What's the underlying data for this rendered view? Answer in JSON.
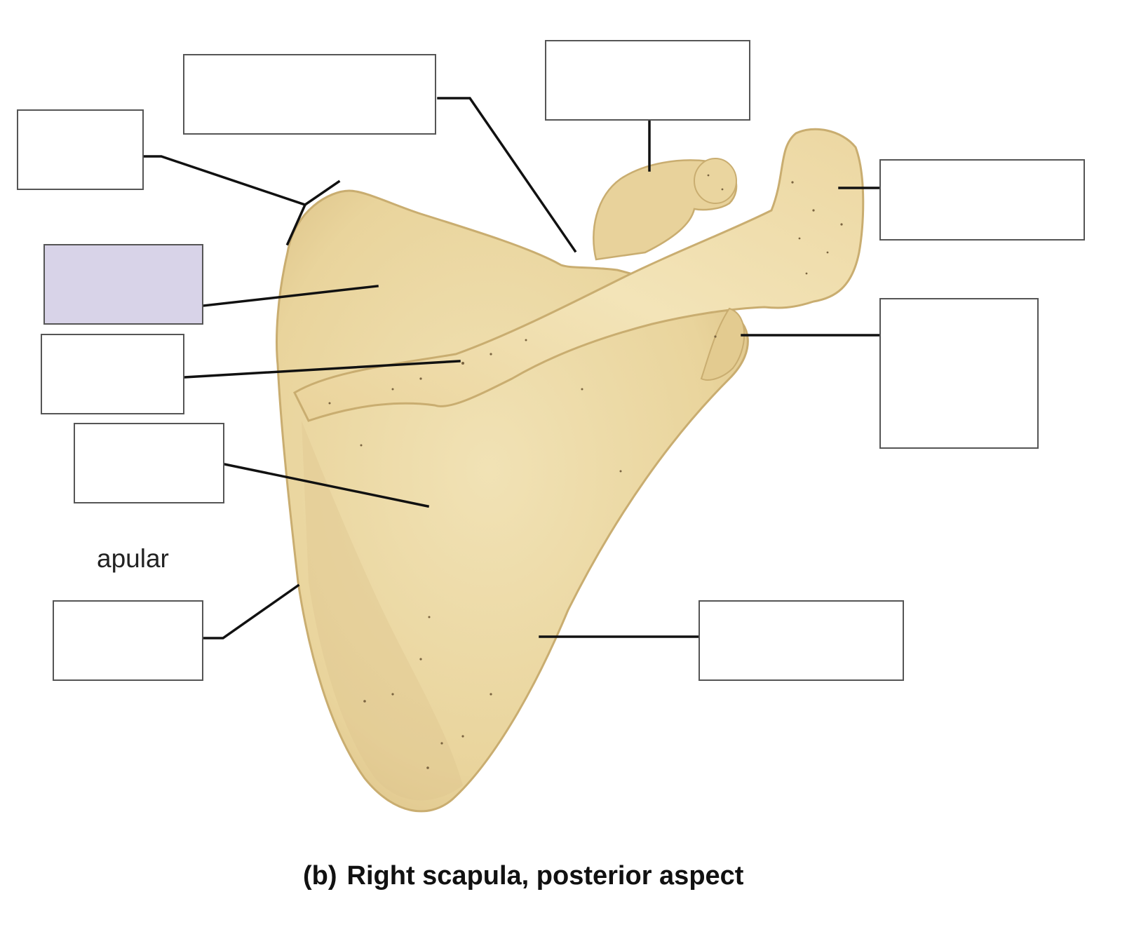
{
  "figure": {
    "panel_letter": "(b)",
    "caption": "Right scapula, posterior aspect",
    "partial_label": "apular"
  },
  "colors": {
    "bone_fill": "#ecd9a6",
    "bone_shadow": "#d4bb80",
    "bone_outline": "#c9ad70",
    "leader_line": "#111111",
    "box_border": "#555555",
    "highlight_fill": "#d8d3e8"
  },
  "label_boxes": [
    {
      "id": "box-top-center",
      "value": ""
    },
    {
      "id": "box-top-mid",
      "value": ""
    },
    {
      "id": "box-left-upper",
      "value": ""
    },
    {
      "id": "box-right-upper",
      "value": ""
    },
    {
      "id": "box-left-highlighted",
      "value": "",
      "highlighted": true
    },
    {
      "id": "box-left-middle",
      "value": ""
    },
    {
      "id": "box-right-middle",
      "value": ""
    },
    {
      "id": "box-left-lower",
      "value": ""
    },
    {
      "id": "box-left-bottom",
      "value": ""
    },
    {
      "id": "box-right-bottom",
      "value": ""
    }
  ]
}
